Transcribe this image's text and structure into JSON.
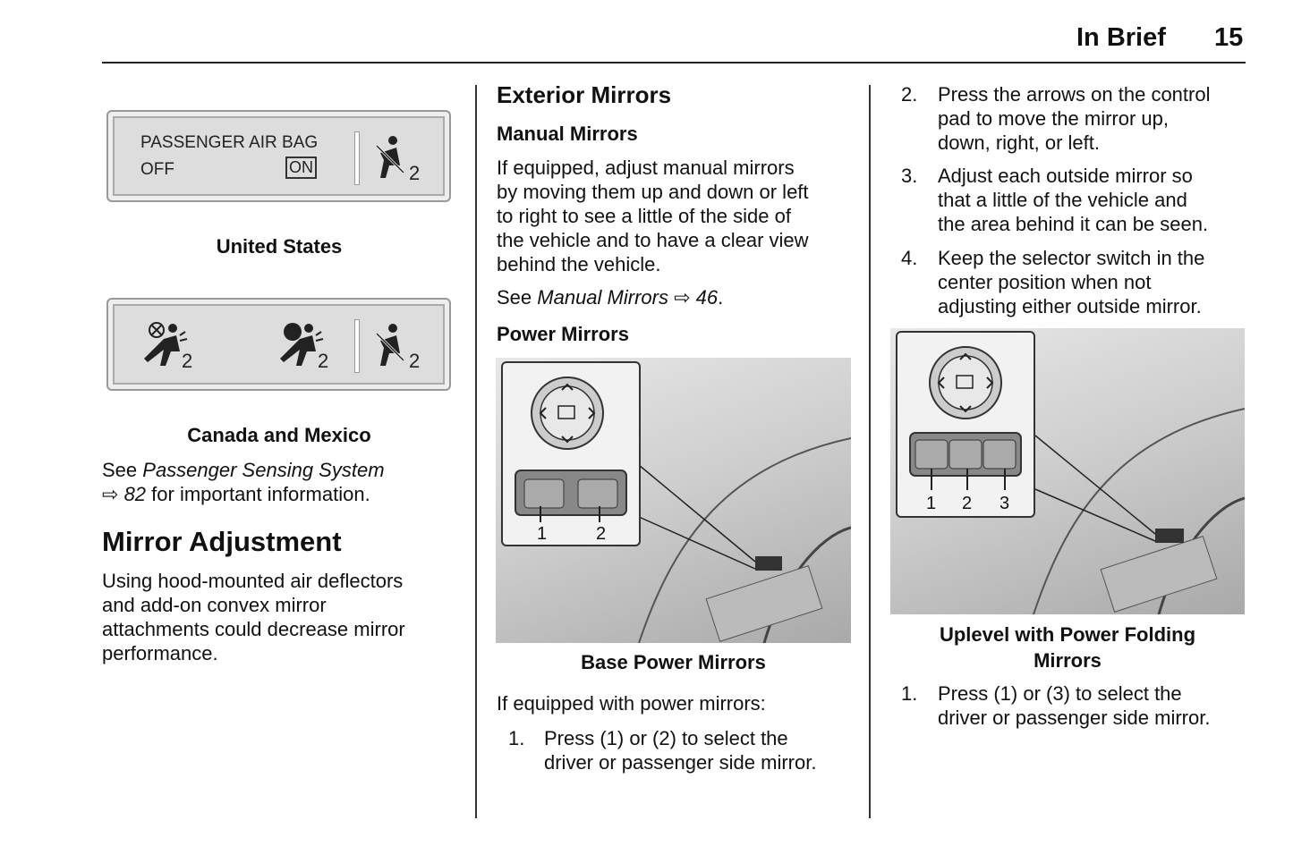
{
  "header": {
    "section": "In Brief",
    "page": "15"
  },
  "col1": {
    "panel_us": {
      "line1": "PASSENGER AIR BAG",
      "off": "OFF",
      "on": "ON",
      "sub": "2"
    },
    "caption_us": "United States",
    "panel_cm": {
      "sub1": "2",
      "sub2": "2",
      "sub3": "2"
    },
    "caption_cm": "Canada and Mexico",
    "see_prefix": "See ",
    "see_link": "Passenger Sensing System",
    "see_arrow": "⇨",
    "see_page": "82",
    "see_suffix": " for important information.",
    "heading": "Mirror Adjustment",
    "paragraph": [
      "Using hood-mounted air deflectors",
      "and add-on convex mirror",
      "attachments could decrease mirror",
      "performance."
    ]
  },
  "col2": {
    "heading": "Exterior Mirrors",
    "manual_heading": "Manual Mirrors",
    "manual_para": [
      "If equipped, adjust manual mirrors",
      "by moving them up and down or left",
      "to right to see a little of the side of",
      "the vehicle and to have a clear view",
      "behind the vehicle."
    ],
    "see_prefix": "See ",
    "see_link": "Manual Mirrors",
    "see_arrow": "⇨",
    "see_page": "46",
    "see_end": ".",
    "power_heading": "Power Mirrors",
    "figure_labels": [
      "1",
      "2"
    ],
    "caption": "Base Power Mirrors",
    "intro": "If equipped with power mirrors:",
    "step1_num": "1.",
    "step1": [
      "Press (1) or (2) to select the",
      "driver or passenger side mirror."
    ]
  },
  "col3": {
    "steps": [
      {
        "num": "2.",
        "lines": [
          "Press the arrows on the control",
          "pad to move the mirror up,",
          "down, right, or left."
        ]
      },
      {
        "num": "3.",
        "lines": [
          "Adjust each outside mirror so",
          "that a little of the vehicle and",
          "the area behind it can be seen."
        ]
      },
      {
        "num": "4.",
        "lines": [
          "Keep the selector switch in the",
          "center position when not",
          "adjusting either outside mirror."
        ]
      }
    ],
    "figure_labels": [
      "1",
      "2",
      "3"
    ],
    "caption": [
      "Uplevel with Power Folding",
      "Mirrors"
    ],
    "step1_num": "1.",
    "step1": [
      "Press (1) or (3) to select the",
      "driver or passenger side mirror."
    ]
  }
}
